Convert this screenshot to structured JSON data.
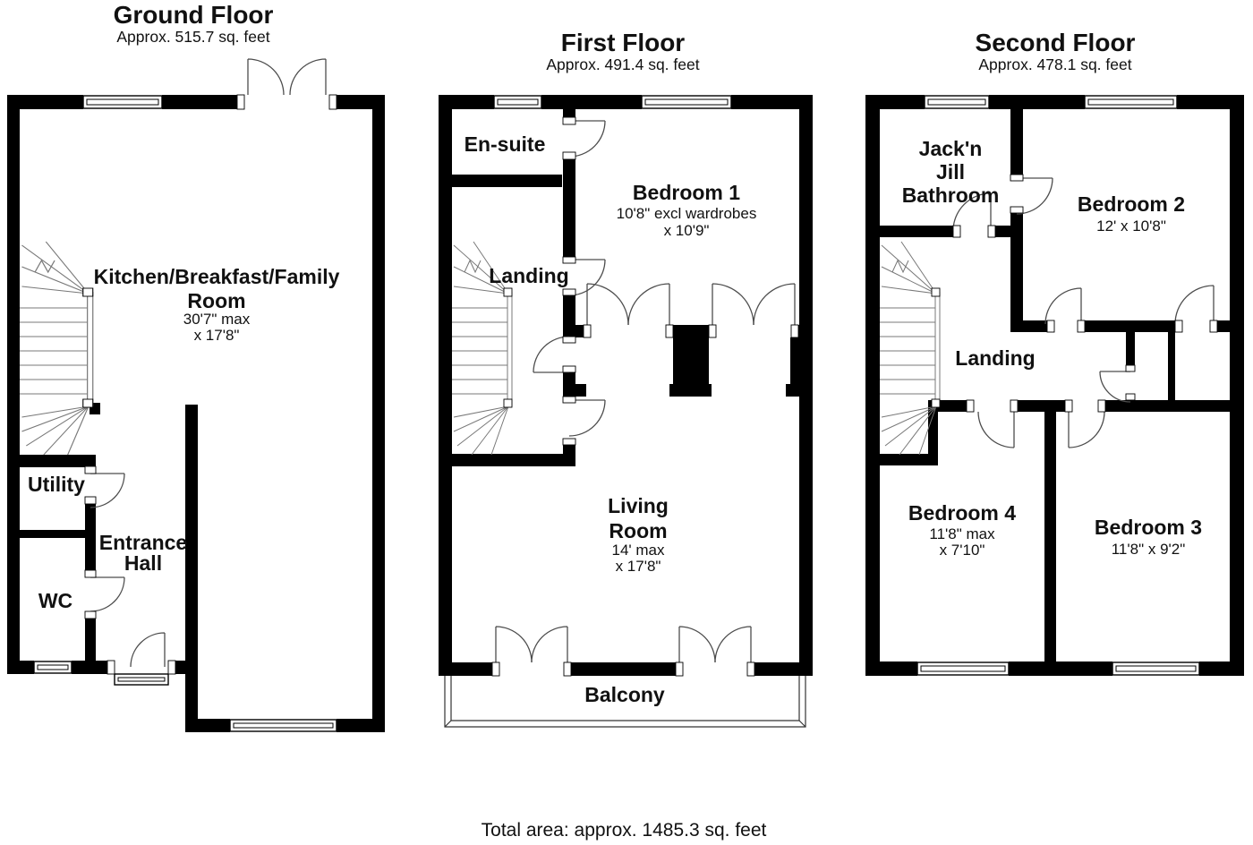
{
  "colors": {
    "wall": "#000000",
    "background": "#ffffff",
    "door_line": "#4d4d4d",
    "stair_line": "#787878",
    "text": "#111111"
  },
  "footer": {
    "total_area": "Total area: approx. 1485.3 sq. feet"
  },
  "floors": [
    {
      "id": "ground",
      "title": "Ground Floor",
      "area": "Approx. 515.7 sq. feet",
      "rooms": [
        {
          "id": "kitchen-breakfast-family",
          "lines": [
            "Kitchen/Breakfast/Family",
            "Room"
          ],
          "dims": [
            "30'7\" max",
            "x 17'8\""
          ]
        },
        {
          "id": "utility",
          "lines": [
            "Utility"
          ],
          "dims": []
        },
        {
          "id": "entrance-hall",
          "lines": [
            "Entrance",
            "Hall"
          ],
          "dims": []
        },
        {
          "id": "wc",
          "lines": [
            "WC"
          ],
          "dims": []
        }
      ]
    },
    {
      "id": "first",
      "title": "First Floor",
      "area": "Approx. 491.4 sq. feet",
      "rooms": [
        {
          "id": "en-suite",
          "lines": [
            "En-suite"
          ],
          "dims": []
        },
        {
          "id": "bedroom-1",
          "lines": [
            "Bedroom 1"
          ],
          "dims": [
            "10'8\" excl wardrobes",
            "x 10'9\""
          ]
        },
        {
          "id": "landing",
          "lines": [
            "Landing"
          ],
          "dims": []
        },
        {
          "id": "living-room",
          "lines": [
            "Living",
            "Room"
          ],
          "dims": [
            "14' max",
            "x 17'8\""
          ]
        },
        {
          "id": "balcony",
          "lines": [
            "Balcony"
          ],
          "dims": []
        }
      ]
    },
    {
      "id": "second",
      "title": "Second Floor",
      "area": "Approx. 478.1 sq. feet",
      "rooms": [
        {
          "id": "jack-n-jill-bathroom",
          "lines": [
            "Jack'n",
            "Jill",
            "Bathroom"
          ],
          "dims": []
        },
        {
          "id": "bedroom-2",
          "lines": [
            "Bedroom 2"
          ],
          "dims": [
            "12' x 10'8\""
          ]
        },
        {
          "id": "landing",
          "lines": [
            "Landing"
          ],
          "dims": []
        },
        {
          "id": "bedroom-4",
          "lines": [
            "Bedroom 4"
          ],
          "dims": [
            "11'8\" max",
            "x 7'10\""
          ]
        },
        {
          "id": "bedroom-3",
          "lines": [
            "Bedroom 3"
          ],
          "dims": [
            "11'8\" x 9'2\""
          ]
        }
      ]
    }
  ]
}
